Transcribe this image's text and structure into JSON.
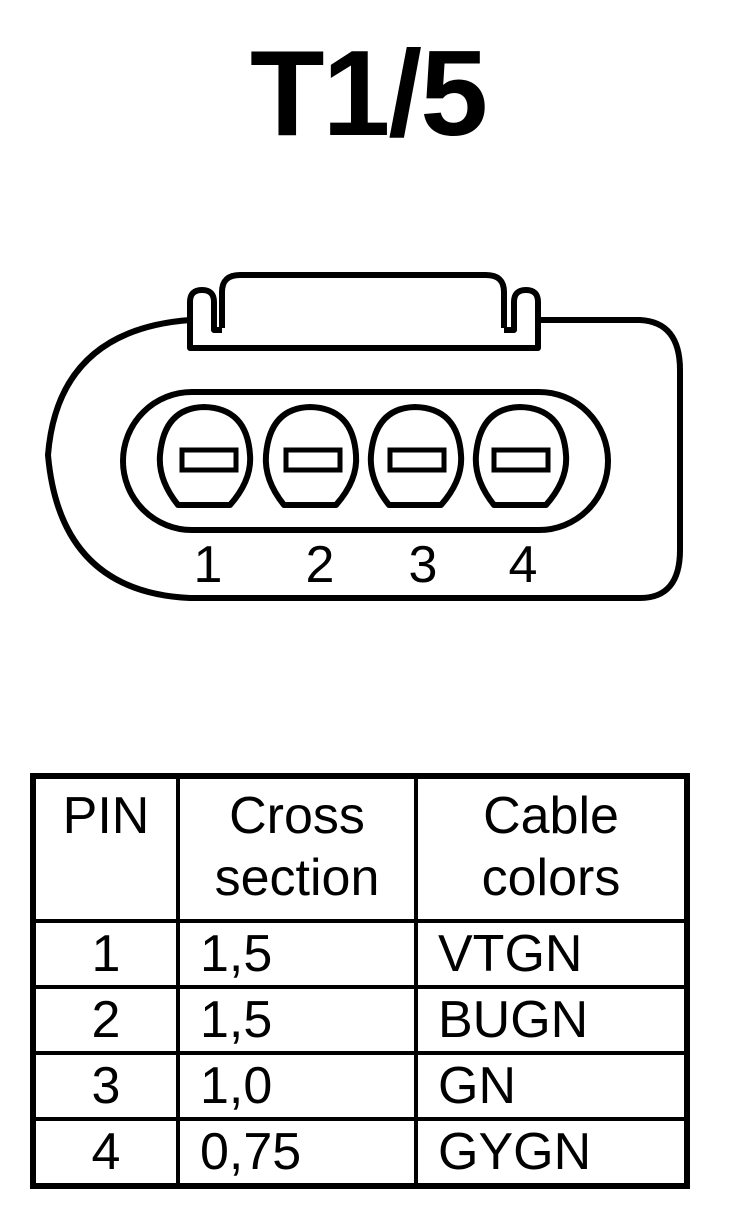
{
  "title": "T1/5",
  "connector": {
    "pin_labels": [
      "1",
      "2",
      "3",
      "4"
    ]
  },
  "table": {
    "headers": {
      "pin": [
        "PIN"
      ],
      "cross_section": [
        "Cross",
        "section"
      ],
      "cable_colors": [
        "Cable",
        "colors"
      ]
    },
    "rows": [
      {
        "pin": "1",
        "cross_section": "1,5",
        "color": "VTGN"
      },
      {
        "pin": "2",
        "cross_section": "1,5",
        "color": "BUGN"
      },
      {
        "pin": "3",
        "cross_section": "1,0",
        "color": "GN"
      },
      {
        "pin": "4",
        "cross_section": "0,75",
        "color": "GYGN"
      }
    ]
  }
}
